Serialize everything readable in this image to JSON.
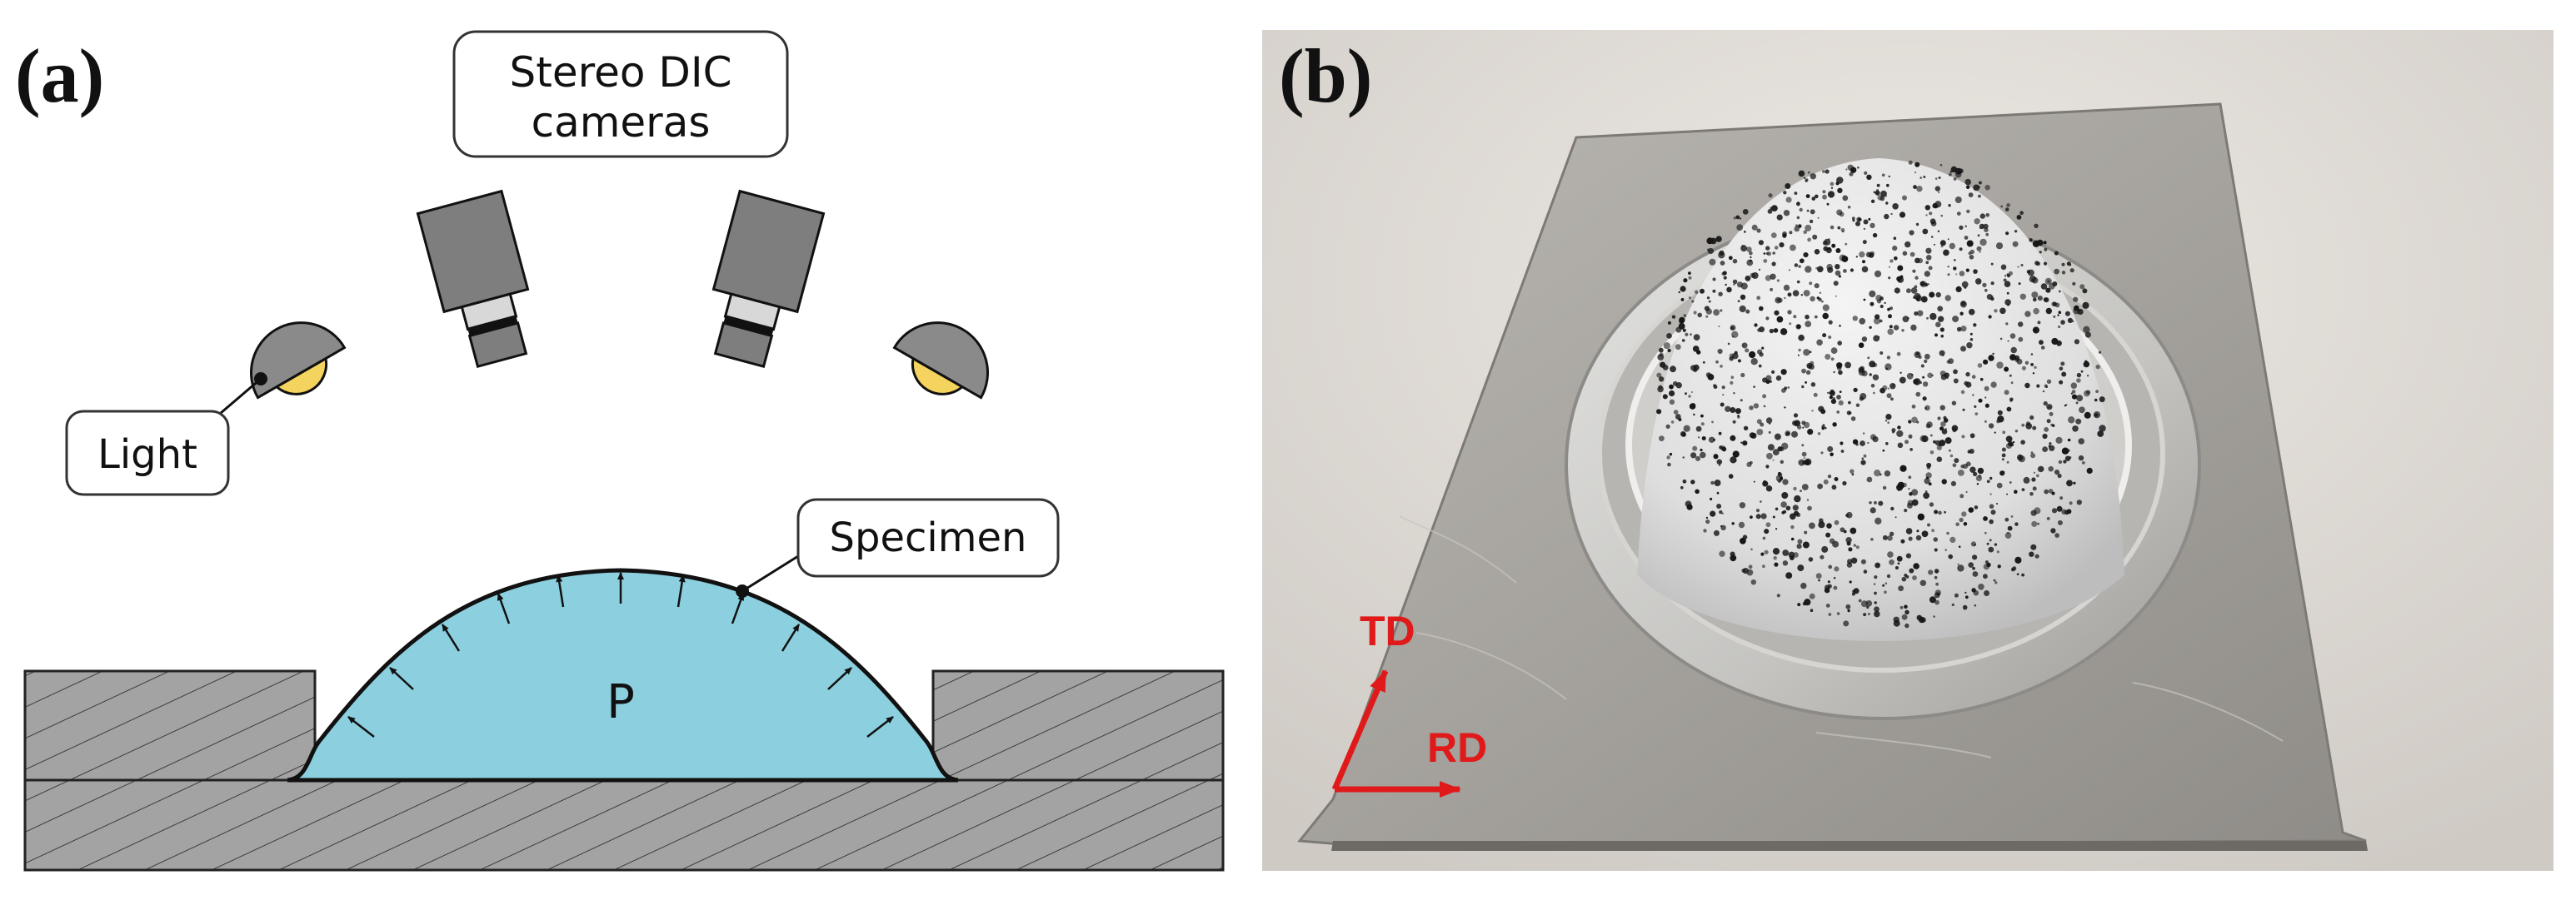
{
  "panel_a": {
    "tag": "(a)",
    "labels": {
      "cameras_line1": "Stereo DIC",
      "cameras_line2": "cameras",
      "light": "Light",
      "specimen": "Specimen",
      "pressure": "P"
    }
  },
  "panel_b": {
    "tag": "(b)",
    "axes": {
      "td": "TD",
      "rd": "RD"
    }
  },
  "colors": {
    "fluid": "#8ccfdf",
    "metal": "#9c9c9c",
    "camera": "#7e7e7e",
    "lamp_shell": "#8a8a8a",
    "lamp_bulb": "#f4d35e",
    "axis_arrow": "#e01a1a"
  }
}
